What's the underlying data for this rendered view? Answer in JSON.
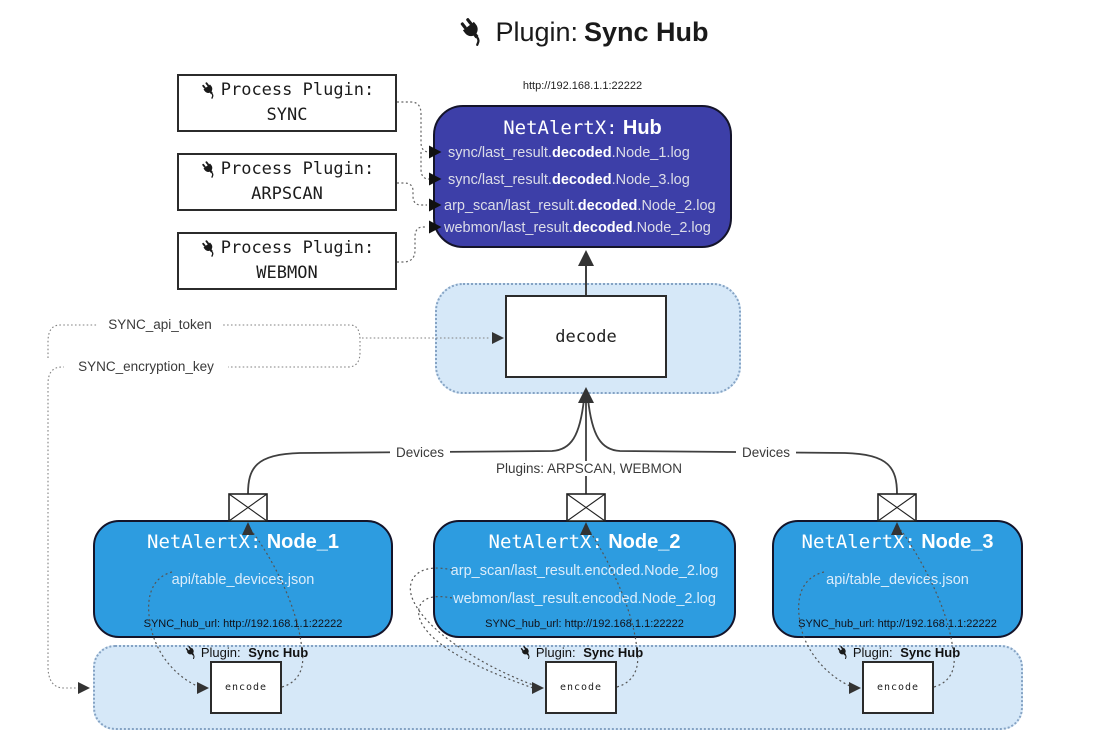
{
  "title": {
    "icon": "plug-icon",
    "label": "Plugin:",
    "label_bold": "Sync Hub"
  },
  "process_plugins": [
    {
      "icon": "plug-icon",
      "line1": "Process Plugin:",
      "name": "SYNC"
    },
    {
      "icon": "plug-icon",
      "line1": "Process Plugin:",
      "name": "ARPSCAN"
    },
    {
      "icon": "plug-icon",
      "line1": "Process Plugin:",
      "name": "WEBMON"
    }
  ],
  "hub": {
    "url": "http://192.168.1.1:22222",
    "name_mono": "NetAlertX:",
    "name_bold": "Hub",
    "logs": [
      {
        "pre": "sync/last_result.",
        "em": "decoded",
        "post": ".Node_1.log"
      },
      {
        "pre": "sync/last_result.",
        "em": "decoded",
        "post": ".Node_3.log"
      },
      {
        "pre": "arp_scan/last_result.",
        "em": "decoded",
        "post": ".Node_2.log"
      },
      {
        "pre": "webmon/last_result.",
        "em": "decoded",
        "post": ".Node_2.log"
      }
    ]
  },
  "decode": {
    "label": "decode"
  },
  "config": {
    "api_token": "SYNC_api_token",
    "encryption_key": "SYNC_encryption_key"
  },
  "edge_labels": {
    "devices_left": "Devices",
    "plugins_center": "Plugins: ARPSCAN, WEBMON",
    "devices_right": "Devices"
  },
  "nodes": [
    {
      "name_mono": "NetAlertX:",
      "name_bold": "Node_1",
      "files": [
        "api/table_devices.json"
      ],
      "hub_url": "SYNC_hub_url: http://192.168.1.1:22222",
      "envelope": "envelope-icon"
    },
    {
      "name_mono": "NetAlertX:",
      "name_bold": "Node_2",
      "files": [
        "arp_scan/last_result.encoded.Node_2.log",
        "webmon/last_result.encoded.Node_2.log"
      ],
      "hub_url": "SYNC_hub_url: http://192.168.1.1:22222",
      "envelope": "envelope-icon"
    },
    {
      "name_mono": "NetAlertX:",
      "name_bold": "Node_3",
      "files": [
        "api/table_devices.json"
      ],
      "hub_url": "SYNC_hub_url: http://192.168.1.1:22222",
      "envelope": "envelope-icon"
    }
  ],
  "sync_band": {
    "icon": "plug-icon",
    "label": "Plugin:",
    "label_bold": "Sync Hub",
    "encode": "encode"
  },
  "colors": {
    "hub_fill": "#3d3fa8",
    "node_fill": "#2d9ce0",
    "band_fill": "#d6e8f8",
    "band_border": "#85a3c4",
    "ink": "#1a1a1a"
  }
}
